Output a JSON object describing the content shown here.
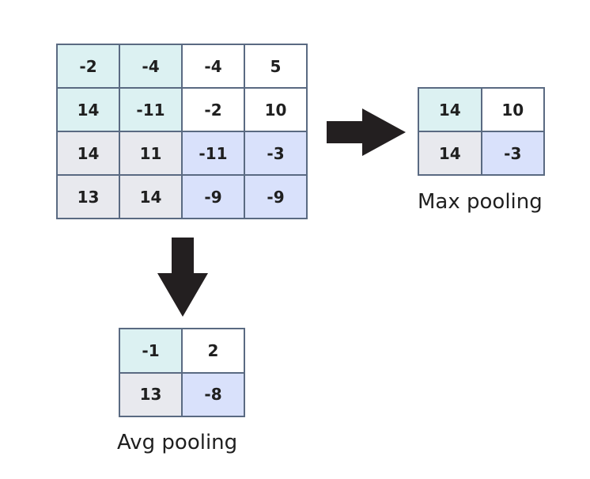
{
  "input": {
    "rows": [
      [
        "-2",
        "-4",
        "-4",
        "5"
      ],
      [
        "14",
        "-11",
        "-2",
        "10"
      ],
      [
        "14",
        "11",
        "-11",
        "-3"
      ],
      [
        "13",
        "14",
        "-9",
        "-9"
      ]
    ]
  },
  "max_pooling": {
    "label": "Max pooling",
    "rows": [
      [
        "14",
        "10"
      ],
      [
        "14",
        "-3"
      ]
    ]
  },
  "avg_pooling": {
    "label": "Avg pooling",
    "rows": [
      [
        "-1",
        "2"
      ],
      [
        "13",
        "-8"
      ]
    ]
  },
  "colors": {
    "top_left": "#dcf1f2",
    "top_right": "#ffffff",
    "bottom_left": "#e8e9ee",
    "bottom_right": "#d9e1fb",
    "border": "#5a6a82",
    "arrow": "#231f20"
  }
}
